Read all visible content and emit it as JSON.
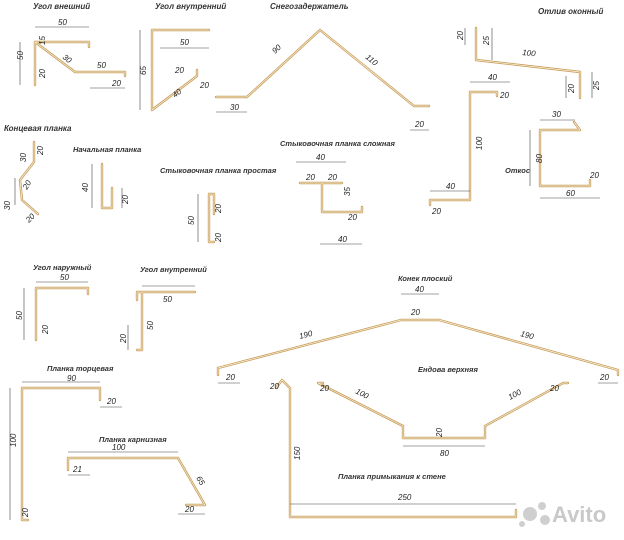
{
  "titles": {
    "ugol_vneshniy": "Угол внешний",
    "ugol_vnutrenniy": "Угол внутренний",
    "snegozaderzhatel": "Снегозадержатель",
    "otliv_okonnyy": "Отлив оконный",
    "kontsevaya_planka": "Концевая планка",
    "nachalnaya_planka": "Начальная планка",
    "stykovochnaya_prostaya": "Стыковочная планка простая",
    "stykovochnaya_slozhnaya": "Стыковочная планка сложная",
    "otkos": "Откос",
    "ugol_naruzhnyy": "Угол наружный",
    "ugol_vnutrenniy_2": "Угол внутренний",
    "konek_ploskiy": "Конек плоский",
    "planka_tortsevaya": "Планка торцевая",
    "endova_verkhnyaya": "Ендова верхняя",
    "planka_karniznaya": "Планка карнизная",
    "planka_primykaniya": "Планка примыкания к стене"
  },
  "dims": {
    "uv_50": "50",
    "uv_50l": "50",
    "uv_15": "15",
    "uv_30": "30",
    "uv_20a": "20",
    "uv_50b": "50",
    "uv_20b": "20",
    "uvn_50": "50",
    "uvn_65": "65",
    "uvn_20": "20",
    "uvn_40": "40",
    "uvn_20b": "20",
    "sn_90": "90",
    "sn_110": "110",
    "sn_30": "30",
    "sn_20": "20",
    "ot_20": "20",
    "ot_25": "25",
    "ot_100": "100",
    "ot_20b": "20",
    "ot_25b": "25",
    "kp_20a": "20",
    "kp_30": "30",
    "kp_20b": "20",
    "kp_30b": "30",
    "kp_20c": "20",
    "np_40": "40",
    "np_20": "20",
    "sp_50": "50",
    "sp_20a": "20",
    "sp_20b": "20",
    "ss_40": "40",
    "ss_20a": "20",
    "ss_20b": "20",
    "ss_35": "35",
    "ss_20c": "20",
    "ss_40b": "40",
    "z_40": "40",
    "z_20": "20",
    "z_100": "100",
    "z_40b": "40",
    "z_20b": "20",
    "ok_30": "30",
    "ok_80": "80",
    "ok_20": "20",
    "ok_60": "60",
    "un_50": "50",
    "un_50b": "50",
    "un_20": "20",
    "uvn2_50": "50",
    "uvn2_50b": "50",
    "uvn2_20": "20",
    "kon_40": "40",
    "kon_20": "20",
    "kon_190a": "190",
    "kon_190b": "190",
    "kon_20a": "20",
    "kon_20b": "20",
    "pt_90": "90",
    "pt_20": "20",
    "pt_100": "100",
    "pt_20b": "20",
    "en_100a": "100",
    "en_100b": "100",
    "en_20": "20",
    "en_80": "80",
    "en_20a": "20",
    "en_20b": "20",
    "pk_100": "100",
    "pk_21": "21",
    "pk_65": "65",
    "pk_20": "20",
    "pw_20": "20",
    "pw_150": "150",
    "pw_250": "250"
  },
  "watermark": "Avito"
}
